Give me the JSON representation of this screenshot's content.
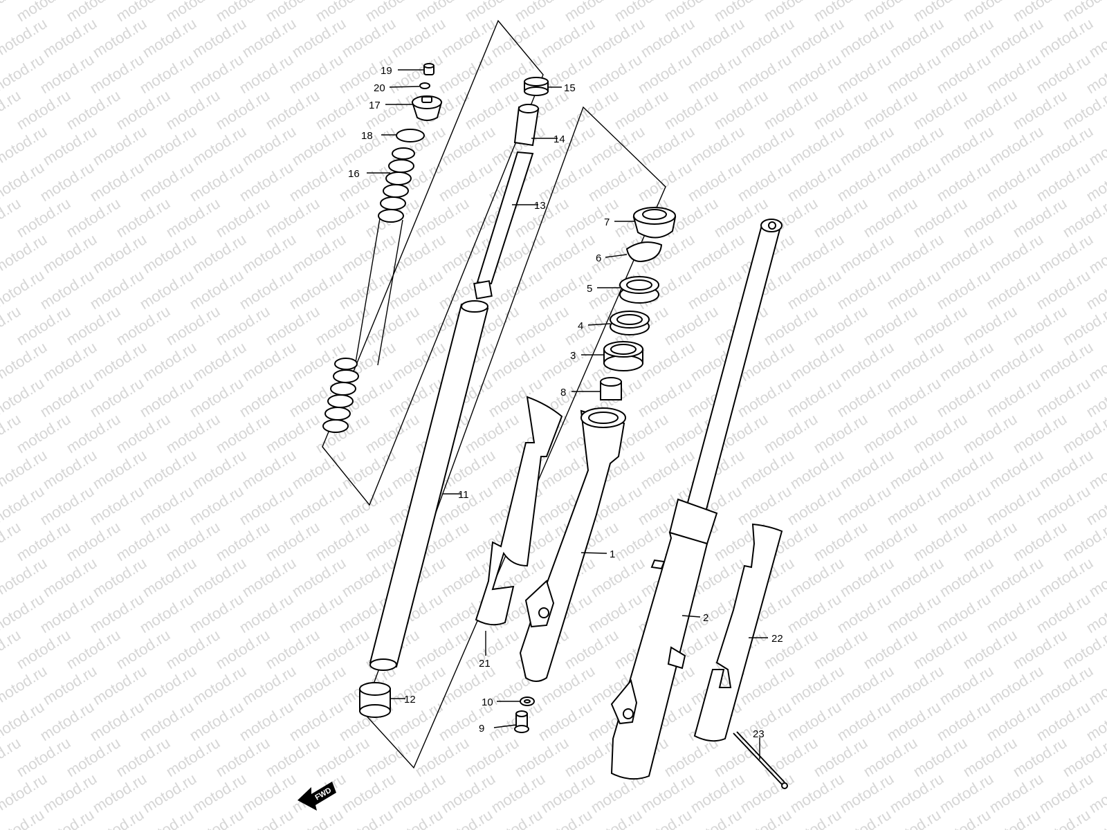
{
  "watermark": "motod.ru",
  "direction_badge": "FWD",
  "callouts": {
    "c1": "1",
    "c2": "2",
    "c3": "3",
    "c4": "4",
    "c5": "5",
    "c6": "6",
    "c7": "7",
    "c8": "8",
    "c9": "9",
    "c10": "10",
    "c11": "11",
    "c12": "12",
    "c13": "13",
    "c14": "14",
    "c15": "15",
    "c16": "16",
    "c17": "17",
    "c18": "18",
    "c19": "19",
    "c20": "20",
    "c21": "21",
    "c22": "22",
    "c23": "23"
  },
  "colors": {
    "line": "#000000",
    "background": "#ffffff",
    "watermark": "#d6d6d6"
  }
}
